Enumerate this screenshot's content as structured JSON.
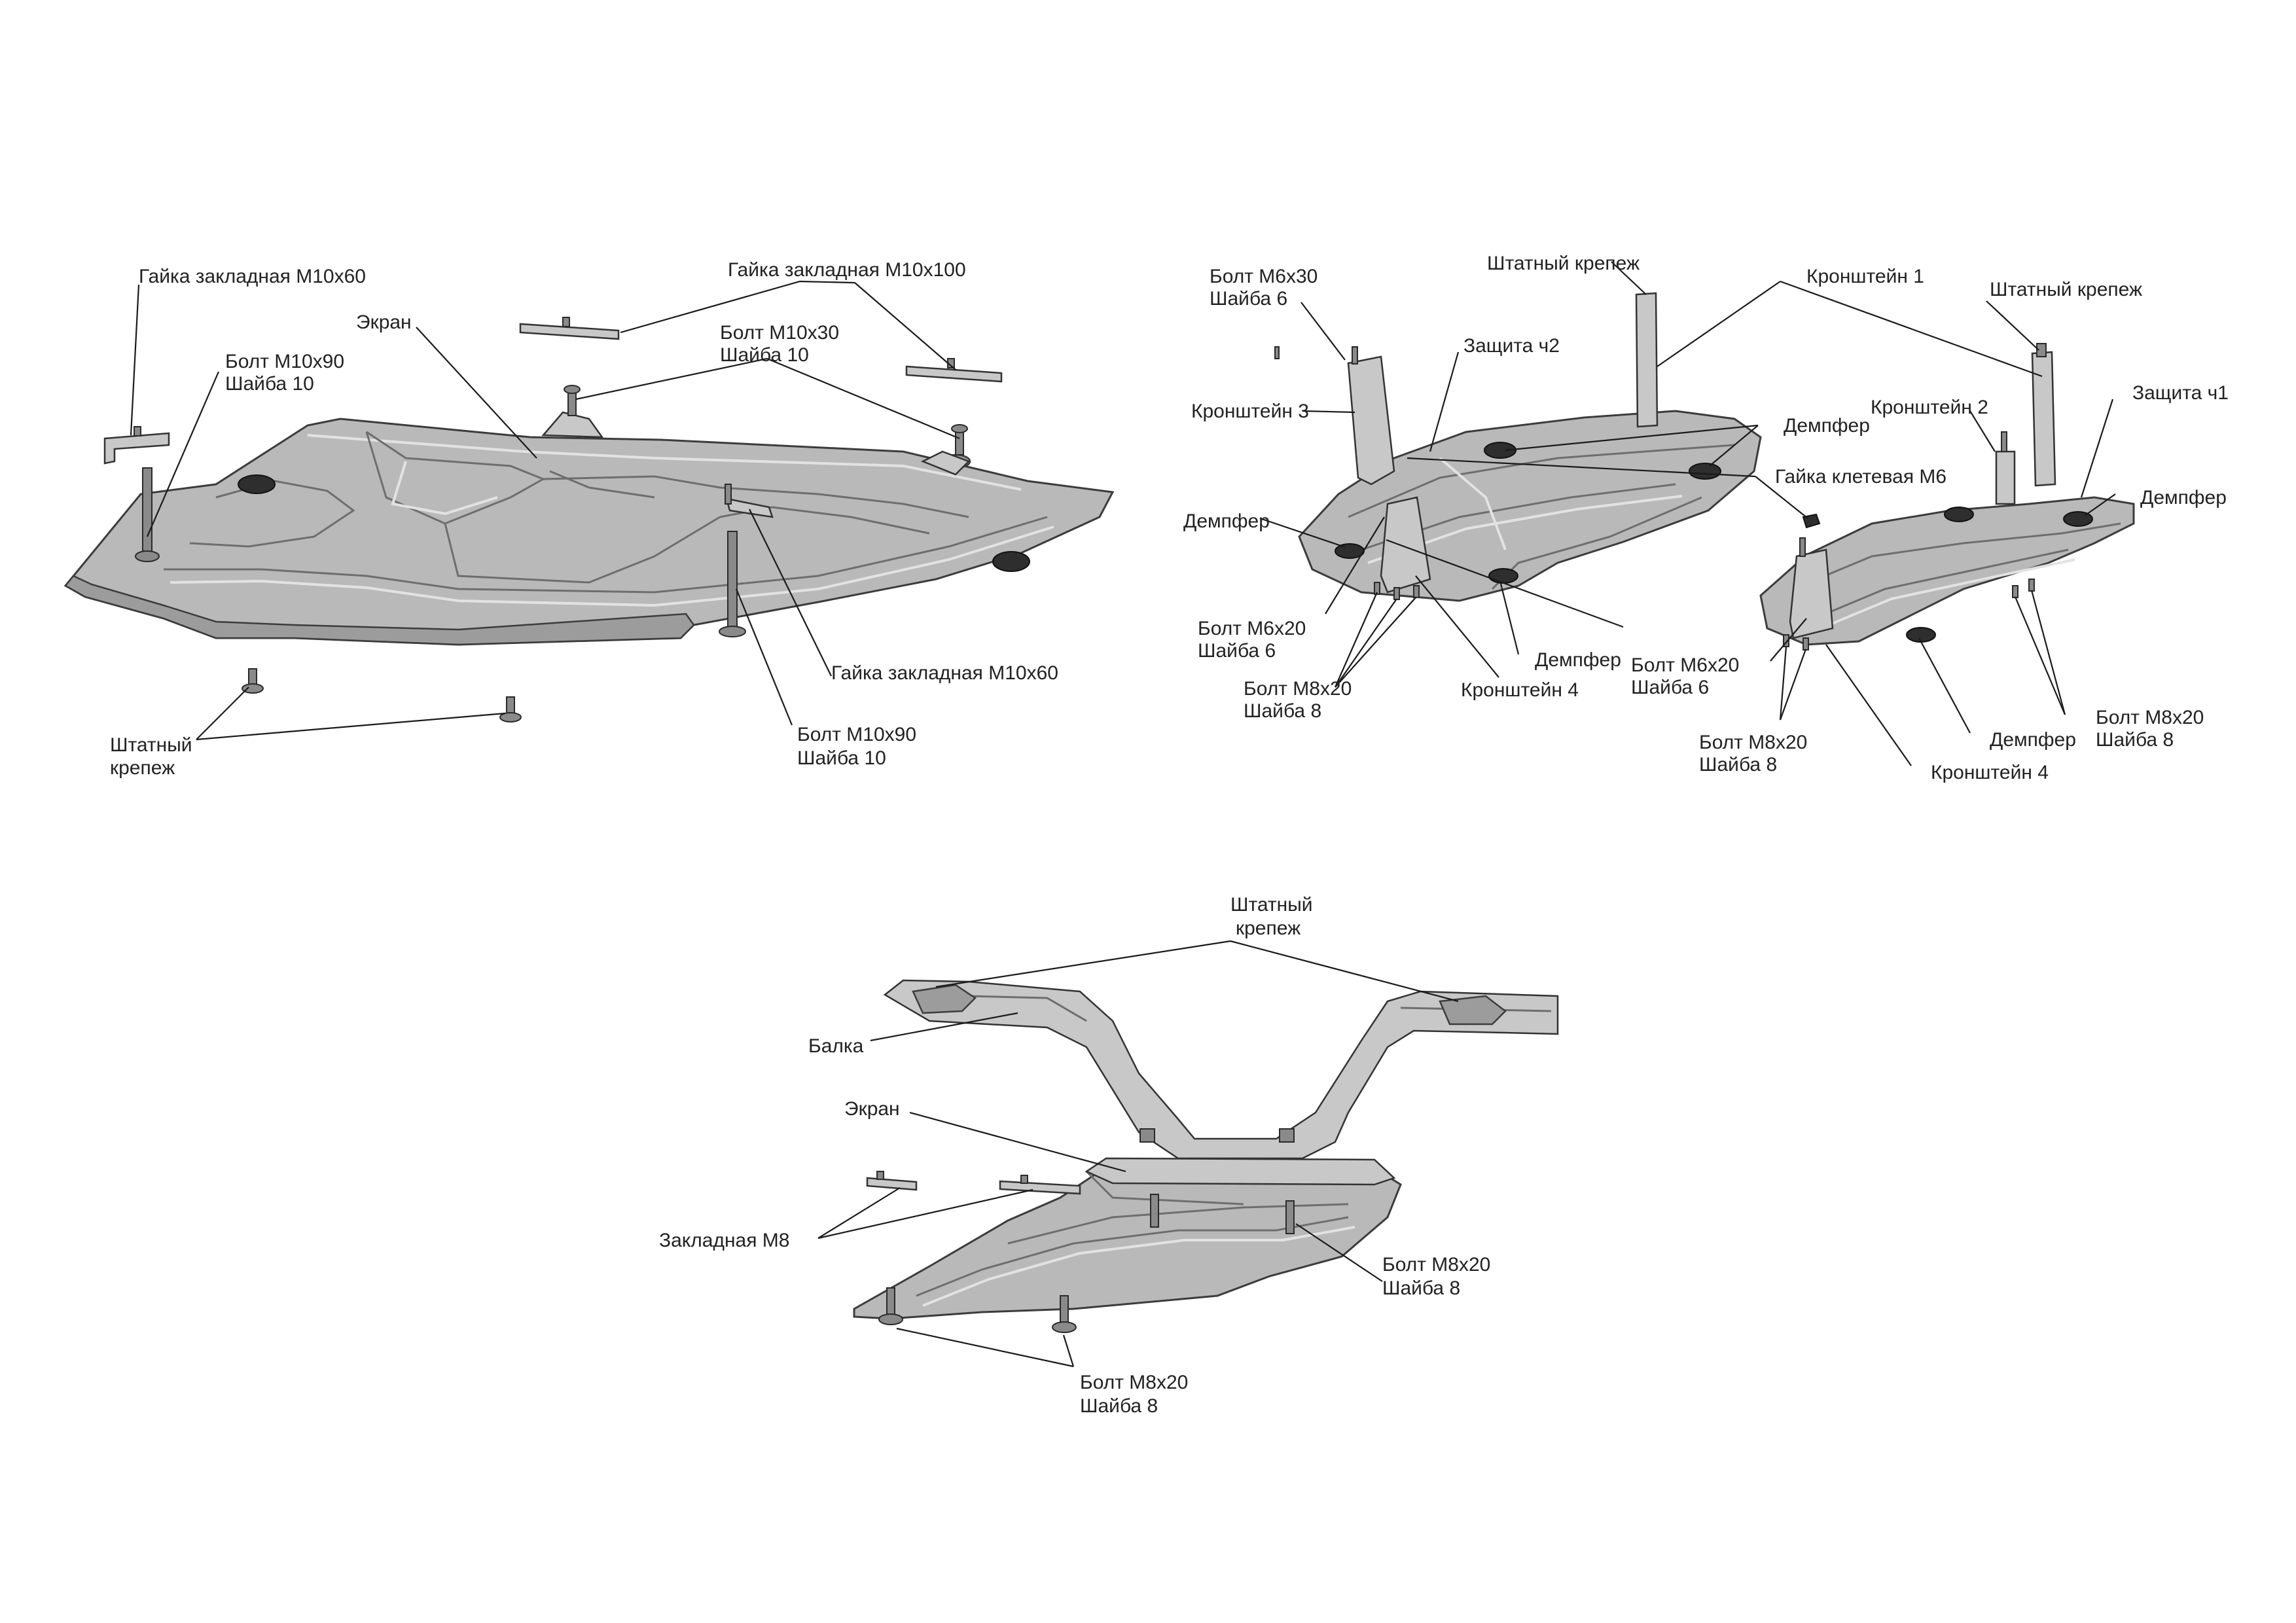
{
  "labels": {
    "a_nut_m10x60_left": "Гайка закладная М10х60",
    "a_screen": "Экран",
    "a_nut_m10x100": "Гайка закладная М10х100",
    "a_bolt_m10x30": "Болт М10х30",
    "a_washer_10_top": "Шайба 10",
    "a_bolt_m10x90_left": "Болт М10х90",
    "a_washer_10_left": "Шайба 10",
    "a_nut_m10x60_right": "Гайка закладная М10х60",
    "a_bolt_m10x90_bottom": "Болт М10х90",
    "a_washer_10_bottom": "Шайба 10",
    "a_std_fastener_1": "Штатный",
    "a_std_fastener_2": "крепеж",
    "b_bolt_m6x30": "Болт М6х30",
    "b_washer_6_top": "Шайба 6",
    "b_std_fastener_left": "Штатный крепеж",
    "b_bracket_1": "Кронштейн 1",
    "b_std_fastener_right": "Штатный крепеж",
    "b_protection_2": "Защита ч2",
    "b_bracket_3": "Кронштейн 3",
    "b_damper_top": "Демпфер",
    "b_cage_nut_m6": "Гайка клетевая М6",
    "b_bracket_2": "Кронштейн 2",
    "b_protection_1": "Защита ч1",
    "b_damper_left": "Демпфер",
    "b_damper_right": "Демпфер",
    "b_bolt_m6x20_left": "Болт М6х20",
    "b_washer_6_left": "Шайба 6",
    "b_damper_mid": "Демпфер",
    "b_bolt_m6x20_right": "Болт М6х20",
    "b_washer_6_right": "Шайба 6",
    "b_bolt_m8x20_left": "Болт М8х20",
    "b_washer_8_left": "Шайба 8",
    "b_bracket_4_left": "Кронштейн 4",
    "b_bolt_m8x20_right": "Болт М8х20",
    "b_washer_8_right": "Шайба 8",
    "b_bolt_m8x20_mid": "Болт М8х20",
    "b_washer_8_mid": "Шайба 8",
    "b_damper_bottom": "Демпфер",
    "b_bracket_4_right": "Кронштейн 4",
    "c_std_fastener_1": "Штатный",
    "c_std_fastener_2": "крепеж",
    "c_beam": "Балка",
    "c_screen": "Экран",
    "c_insert_m8": "Закладная М8",
    "c_bolt_m8x20_right": "Болт М8х20",
    "c_washer_8_right": "Шайба 8",
    "c_bolt_m8x20_bottom": "Болт М8х20",
    "c_washer_8_bottom": "Шайба 8"
  }
}
